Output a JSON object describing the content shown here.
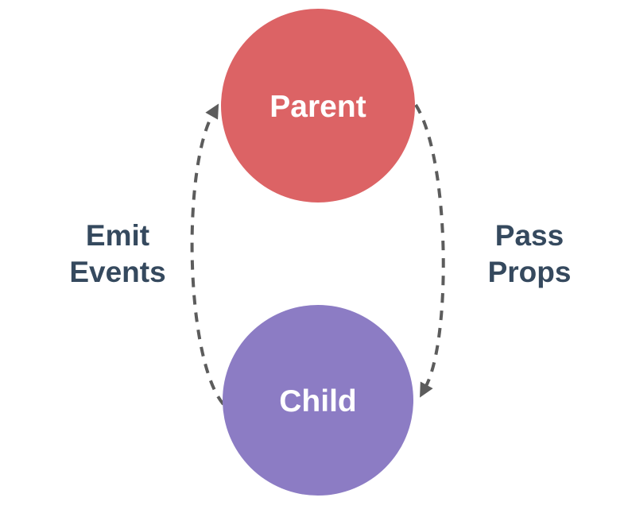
{
  "diagram": {
    "nodes": {
      "parent": {
        "label": "Parent",
        "fill": "#DC6365",
        "text_color": "#FFFFFF"
      },
      "child": {
        "label": "Child",
        "fill": "#8C7CC4",
        "text_color": "#FFFFFF"
      }
    },
    "edges": {
      "emit_events": {
        "label_line1": "Emit",
        "label_line2": "Events",
        "from": "Child",
        "to": "Parent",
        "direction": "up"
      },
      "pass_props": {
        "label_line1": "Pass",
        "label_line2": "Props",
        "from": "Parent",
        "to": "Child",
        "direction": "down"
      }
    },
    "colors": {
      "background": "#FFFFFF",
      "arrow": "#5C5C5C",
      "edge_label_text": "#35495E"
    }
  }
}
